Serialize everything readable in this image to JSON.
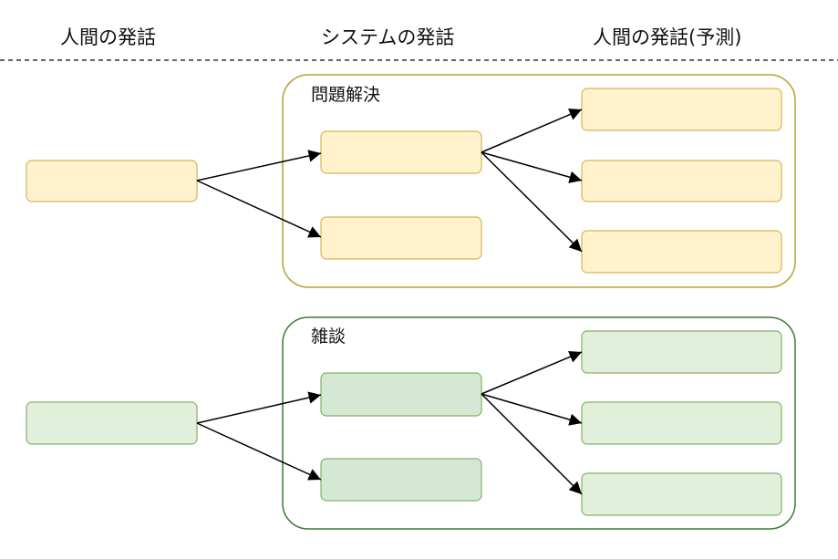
{
  "headers": {
    "human": "人間の発話",
    "system": "システムの発話",
    "predicted": "人間の発話(予測)"
  },
  "groups": {
    "problem_solving": {
      "label": "問題解決",
      "border_color": "#b8a030",
      "node_fill": "#fff2cc",
      "node_stroke": "#d6b656"
    },
    "chit_chat": {
      "label": "雑談",
      "border_color": "#3a7a35",
      "node_fill_light": "#e2efdb",
      "node_fill_mid": "#d5e8d4",
      "node_stroke": "#82b366"
    }
  },
  "colors": {
    "divider": "#333333",
    "arrow": "#000000"
  }
}
